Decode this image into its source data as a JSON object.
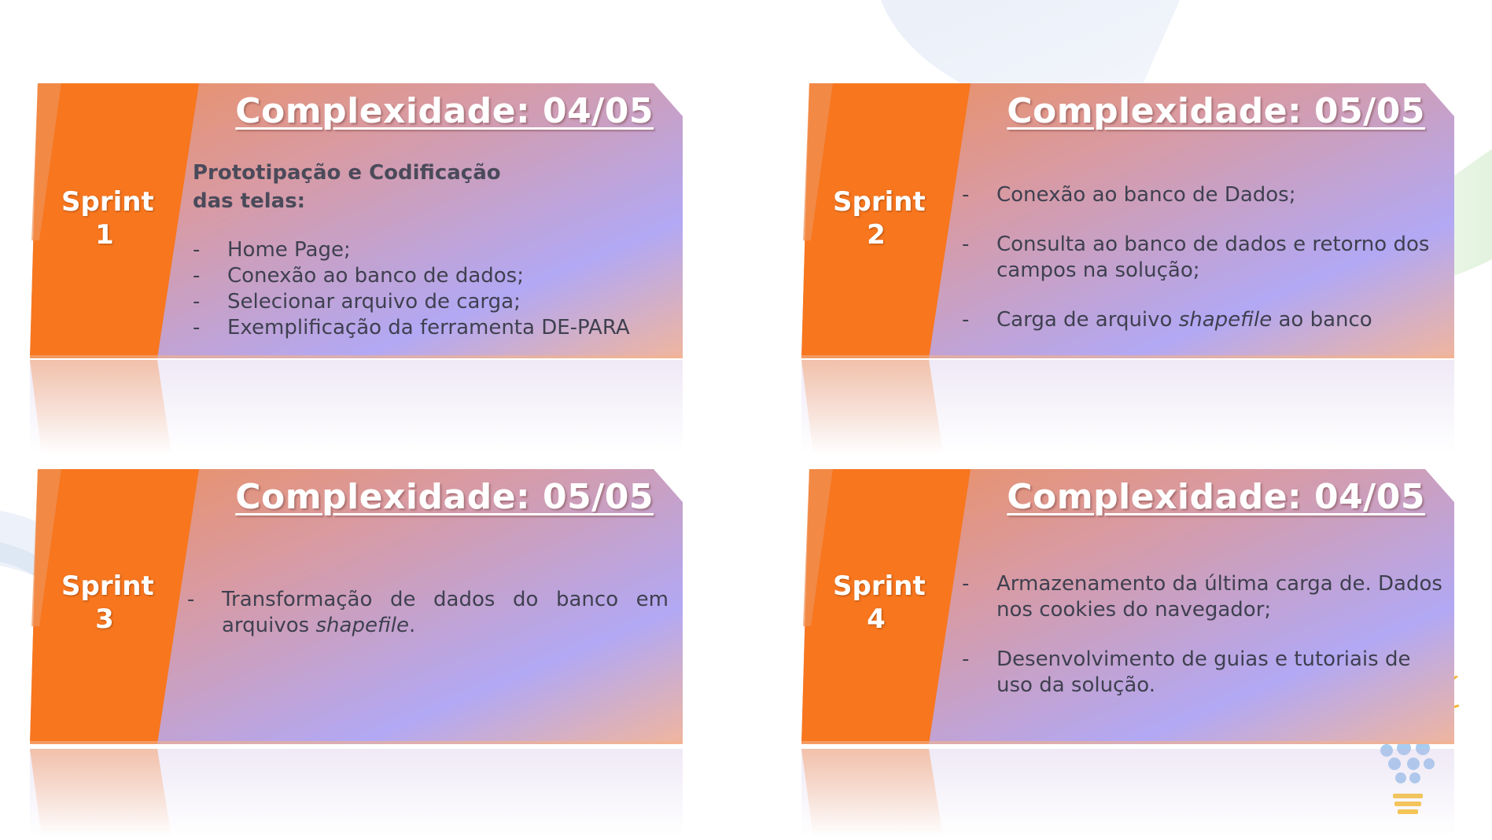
{
  "colors": {
    "orange": "#F7761E",
    "orange_light": "#EE8F58",
    "lavender": "#B2A8F4",
    "peach": "#F0B59E",
    "text": "#3F4050"
  },
  "cards": [
    {
      "sprint_word": "Sprint",
      "sprint_number": "1",
      "complexity": "Complexidade: 04/05",
      "heading_line1": "Prototipação e Codificação",
      "heading_line2": "das telas:",
      "items": [
        {
          "dash": "-",
          "text": "Home Page;"
        },
        {
          "dash": "-",
          "text": "Conexão ao banco de dados;"
        },
        {
          "dash": "-",
          "text": "Selecionar arquivo de carga;"
        },
        {
          "dash": "-",
          "text": "Exemplificação da ferramenta DE-PARA"
        }
      ]
    },
    {
      "sprint_word": "Sprint",
      "sprint_number": "2",
      "complexity": "Complexidade: 05/05",
      "items": [
        {
          "dash": "-",
          "text": "Conexão ao banco de Dados;"
        },
        {
          "dash": "-",
          "text": "Consulta ao banco de dados e retorno dos campos na solução;"
        },
        {
          "dash": "-",
          "text_before": "Carga de arquivo ",
          "text_italic": "shapefile",
          "text_after": " ao banco"
        }
      ]
    },
    {
      "sprint_word": "Sprint",
      "sprint_number": "3",
      "complexity": "Complexidade: 05/05",
      "items": [
        {
          "dash": "-",
          "text_before": "Transformação de dados do banco em arquivos ",
          "text_italic": "shapefile",
          "text_after": "."
        }
      ]
    },
    {
      "sprint_word": "Sprint",
      "sprint_number": "4",
      "complexity": "Complexidade: 04/05",
      "items": [
        {
          "dash": "-",
          "text": "Armazenamento da última carga de. Dados nos cookies do navegador;"
        },
        {
          "dash": "-",
          "text": "Desenvolvimento de guias e tutoriais de uso da solução."
        }
      ]
    }
  ]
}
